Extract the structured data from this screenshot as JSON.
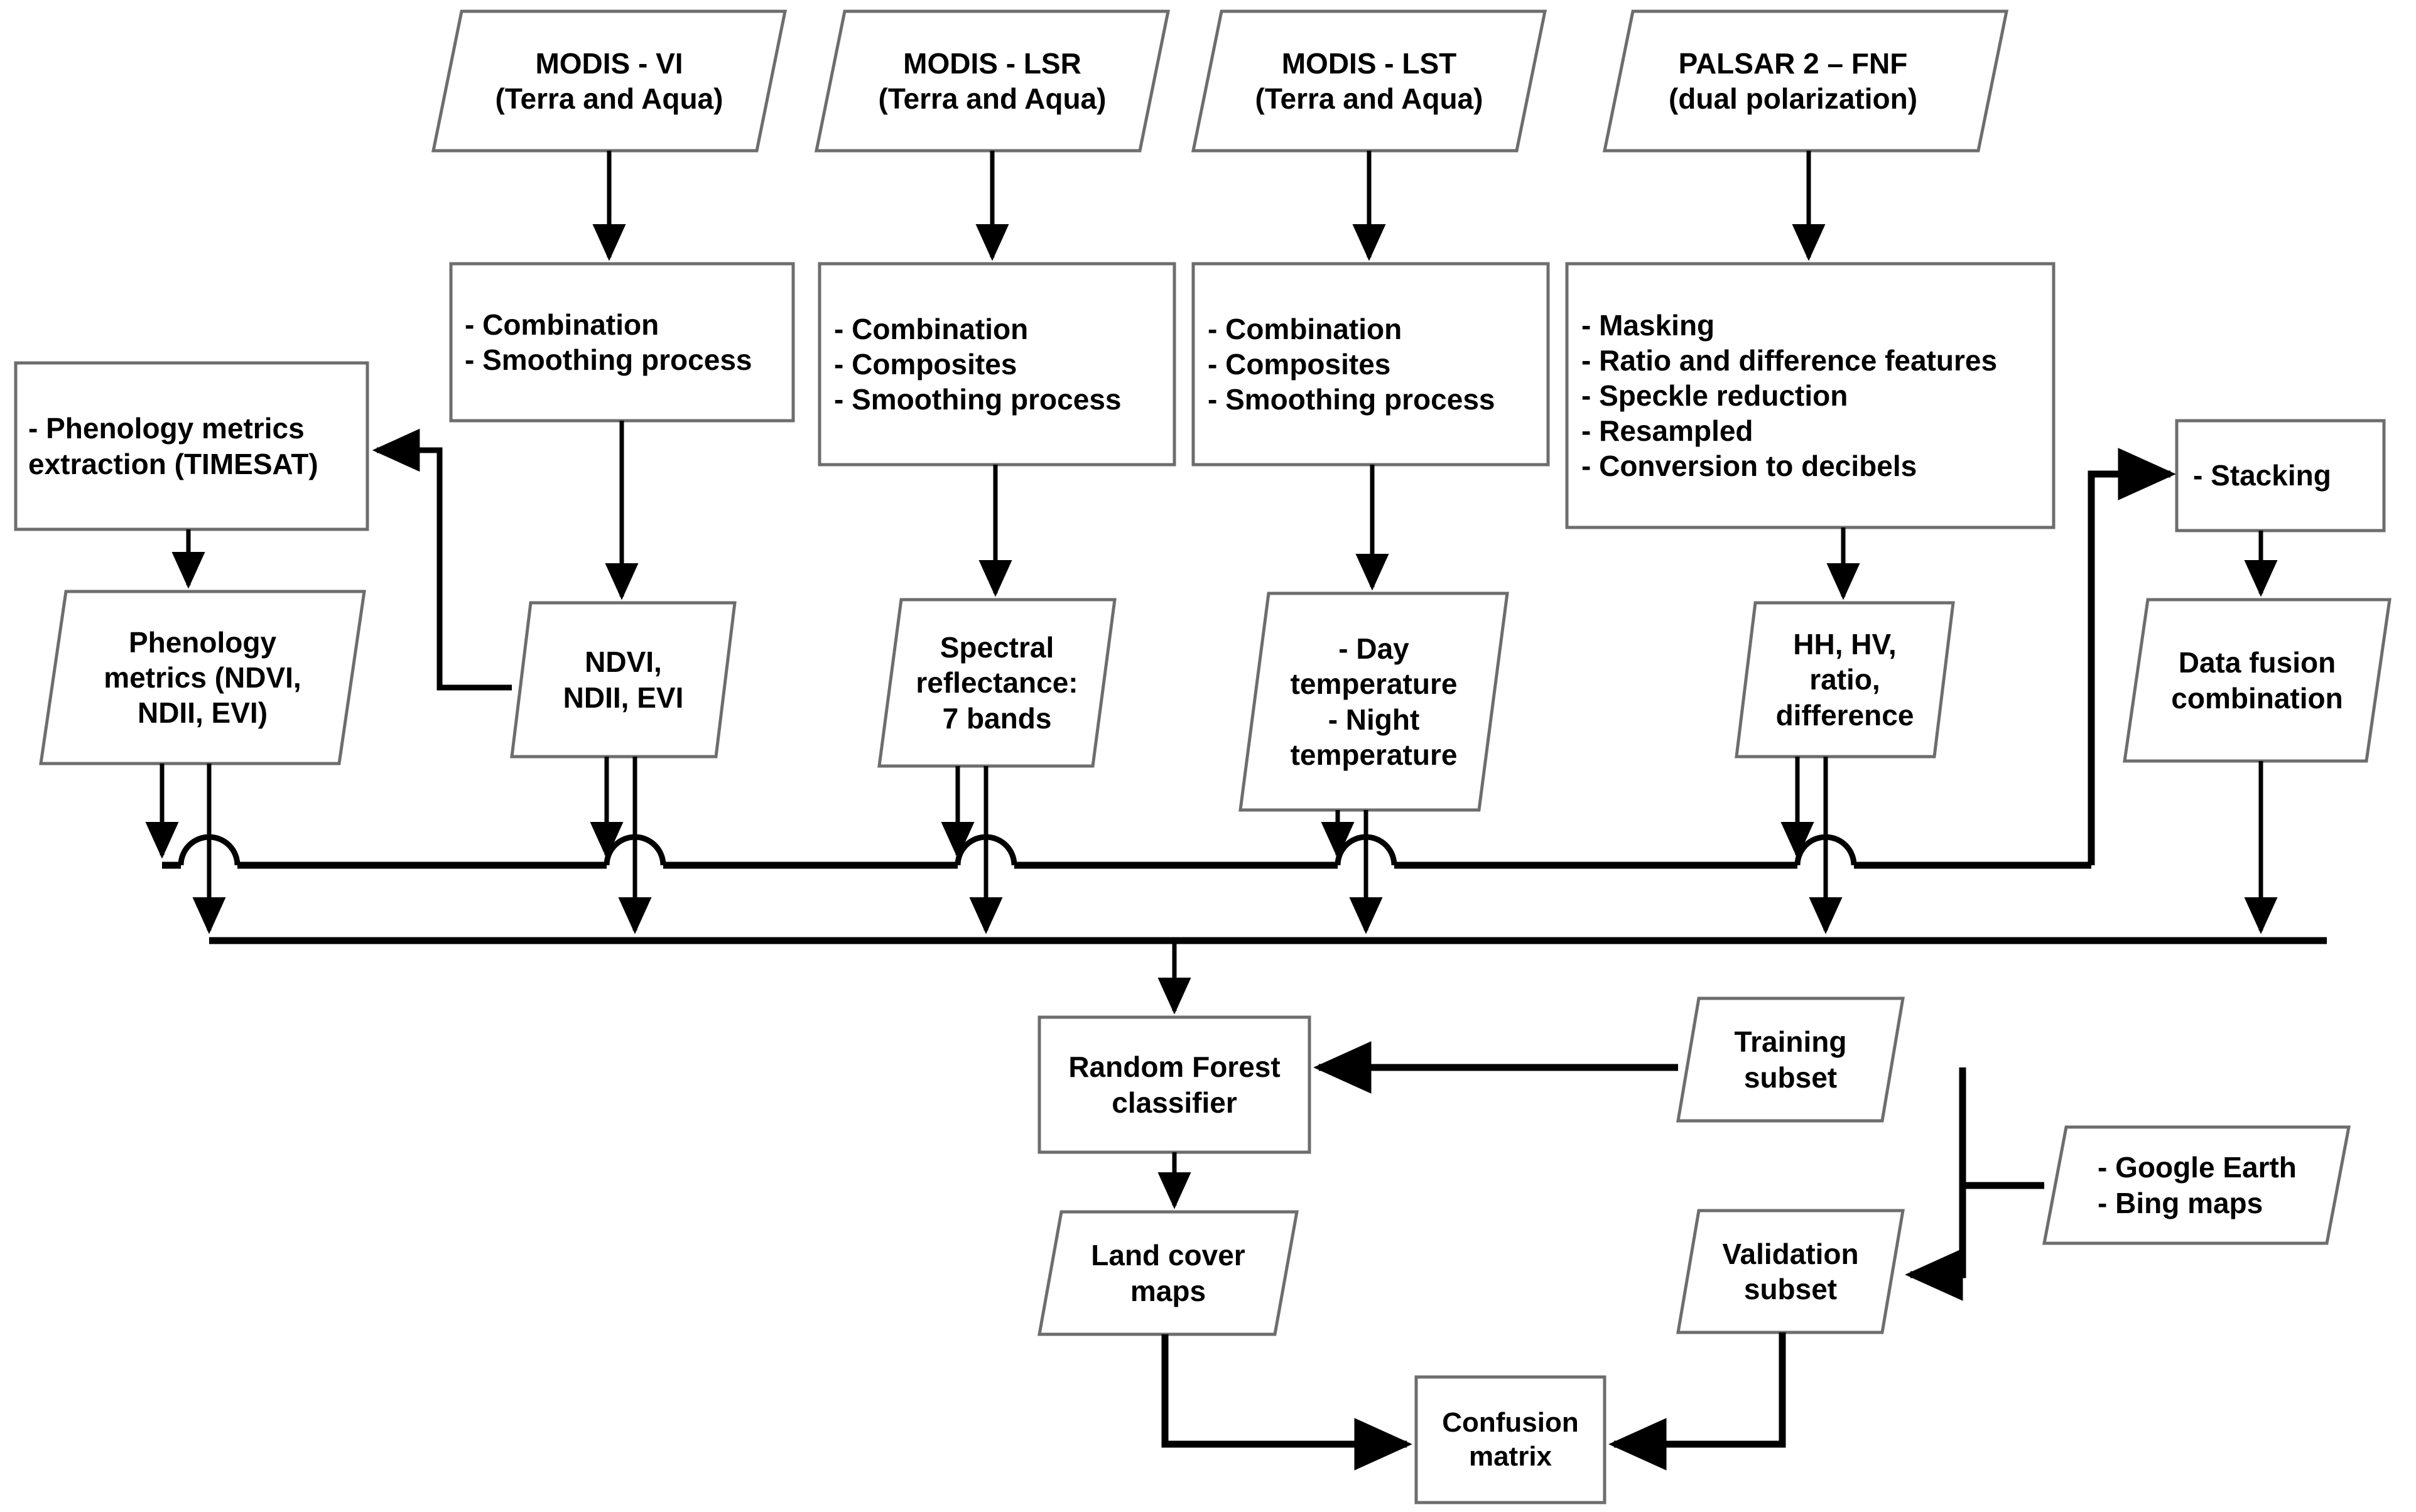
{
  "diagram": {
    "title": "Land cover classification workflow using MODIS and PALSAR-2 data",
    "type": "flowchart",
    "stroke_color": "#000000",
    "node_fill": "#ffffff",
    "node_border": "#6d6d6d"
  },
  "nodes": {
    "modis_vi": {
      "label": "MODIS - VI\n(Terra and Aqua)",
      "shape": "parallelogram"
    },
    "modis_lsr": {
      "label": "MODIS - LSR\n(Terra and Aqua)",
      "shape": "parallelogram"
    },
    "modis_lst": {
      "label": "MODIS - LST\n(Terra and Aqua)",
      "shape": "parallelogram"
    },
    "palsar2_fnf": {
      "label": "PALSAR 2 – FNF\n(dual polarization)",
      "shape": "parallelogram"
    },
    "vi_process": {
      "label": "- Combination\n- Smoothing process",
      "shape": "rect"
    },
    "lsr_process": {
      "label": "- Combination\n- Composites\n- Smoothing process",
      "shape": "rect"
    },
    "lst_process": {
      "label": "- Combination\n- Composites\n- Smoothing process",
      "shape": "rect"
    },
    "palsar_process": {
      "label": "- Masking\n- Ratio and difference features\n- Speckle reduction\n- Resampled\n- Conversion to decibels",
      "shape": "rect"
    },
    "phenology_extraction": {
      "label": "- Phenology metrics\nextraction (TIMESAT)",
      "shape": "rect"
    },
    "stacking": {
      "label": "- Stacking",
      "shape": "rect"
    },
    "phenology_metrics": {
      "label": "Phenology\nmetrics (NDVI,\nNDII,  EVI)",
      "shape": "parallelogram"
    },
    "ndvi_ndii_evi": {
      "label": "NDVI,\nNDII, EVI",
      "shape": "parallelogram"
    },
    "spectral_reflectance": {
      "label": "Spectral\nreflectance:\n7 bands",
      "shape": "parallelogram"
    },
    "temperature": {
      "label": "- Day\ntemperature\n- Night\ntemperature",
      "shape": "parallelogram"
    },
    "hh_hv": {
      "label": "HH, HV,\nratio,\ndifference",
      "shape": "parallelogram"
    },
    "data_fusion": {
      "label": "Data fusion\ncombination",
      "shape": "parallelogram"
    },
    "random_forest": {
      "label": "Random Forest\nclassifier",
      "shape": "rect"
    },
    "training_subset": {
      "label": "Training\nsubset",
      "shape": "parallelogram"
    },
    "reference_sources": {
      "label": "- Google Earth\n- Bing maps",
      "shape": "parallelogram"
    },
    "land_cover_maps": {
      "label": "Land cover\nmaps",
      "shape": "parallelogram"
    },
    "validation_subset": {
      "label": "Validation\nsubset",
      "shape": "parallelogram"
    },
    "confusion_matrix": {
      "label": "Confusion\nmatrix",
      "shape": "rect"
    }
  },
  "edges": [
    {
      "from": "modis_vi",
      "to": "vi_process"
    },
    {
      "from": "modis_lsr",
      "to": "lsr_process"
    },
    {
      "from": "modis_lst",
      "to": "lst_process"
    },
    {
      "from": "palsar2_fnf",
      "to": "palsar_process"
    },
    {
      "from": "vi_process",
      "to": "ndvi_ndii_evi"
    },
    {
      "from": "ndvi_ndii_evi",
      "to": "phenology_extraction"
    },
    {
      "from": "phenology_extraction",
      "to": "phenology_metrics"
    },
    {
      "from": "lsr_process",
      "to": "spectral_reflectance"
    },
    {
      "from": "lst_process",
      "to": "temperature"
    },
    {
      "from": "palsar_process",
      "to": "hh_hv"
    },
    {
      "from": "bus_upper",
      "to": "stacking"
    },
    {
      "from": "stacking",
      "to": "data_fusion"
    },
    {
      "from": "phenology_metrics",
      "to": "bus"
    },
    {
      "from": "ndvi_ndii_evi",
      "to": "bus"
    },
    {
      "from": "spectral_reflectance",
      "to": "bus"
    },
    {
      "from": "temperature",
      "to": "bus"
    },
    {
      "from": "hh_hv",
      "to": "bus"
    },
    {
      "from": "data_fusion",
      "to": "bus_lower"
    },
    {
      "from": "bus_lower",
      "to": "random_forest"
    },
    {
      "from": "training_subset",
      "to": "random_forest"
    },
    {
      "from": "reference_sources",
      "to": "training_subset"
    },
    {
      "from": "reference_sources",
      "to": "validation_subset"
    },
    {
      "from": "random_forest",
      "to": "land_cover_maps"
    },
    {
      "from": "land_cover_maps",
      "to": "confusion_matrix"
    },
    {
      "from": "validation_subset",
      "to": "confusion_matrix"
    }
  ]
}
